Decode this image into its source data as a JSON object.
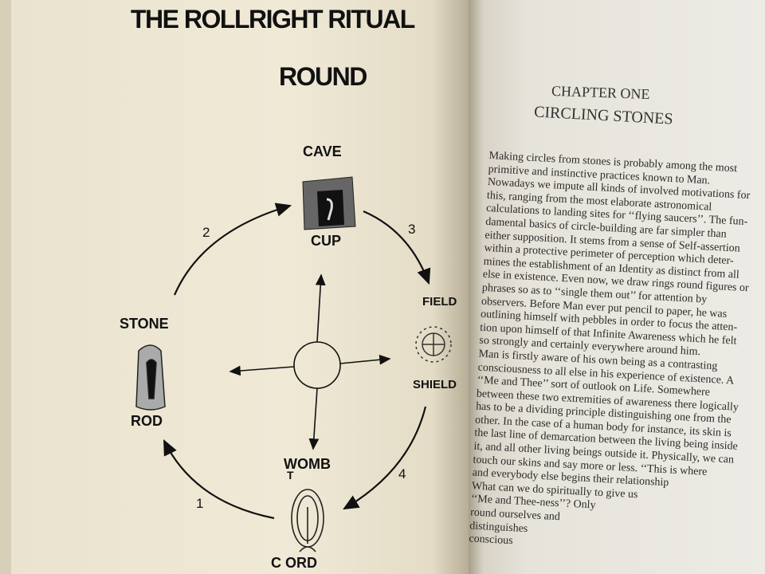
{
  "left_page": {
    "title_line1": "THE  ROLLRIGHT RITUAL",
    "title_line2": "ROUND",
    "labels": {
      "cave": "CAVE",
      "cup": "CUP",
      "field": "FIELD",
      "shield": "SHIELD",
      "stone": "STONE",
      "rod": "ROD",
      "womb": "WOMB",
      "womb_t": "T",
      "cord": "C  ORD"
    },
    "numbers": [
      "1",
      "2",
      "3",
      "4"
    ]
  },
  "right_page": {
    "chapter": "CHAPTER ONE",
    "chapter_title": "CIRCLING STONES",
    "lines": [
      "Making circles from stones is probably among the most",
      "primitive and instinctive practices known to Man.",
      "Nowadays we impute all kinds of involved motivations for",
      "this, ranging from the most elaborate astronomical",
      "calculations to landing sites for ‘‘flying saucers’’. The fun-",
      "damental basics of circle-building are far simpler than",
      "either supposition. It stems from a sense of Self-assertion",
      "within a protective perimeter of perception which deter-",
      "mines the establishment of an Identity as distinct from all",
      "else in existence. Even now, we draw rings round figures or",
      "phrases so as to ‘‘single them out’’ for attention by",
      "observers. Before Man ever put pencil to paper, he was",
      "outlining himself with pebbles in order to focus the atten-",
      "tion upon himself of that Infinite Awareness which he felt",
      "so strongly and certainly everywhere around him.",
      "   Man is firstly aware of his own being as a contrasting",
      "consciousness to all else in his experience of existence. A",
      "‘‘Me and Thee’’ sort of outlook on Life. Somewhere",
      "between these two extremities of awareness there logically",
      "has to be a dividing principle distinguishing one from the",
      "other. In the case of a human body for instance, its skin is",
      "the last line of demarcation between the living being inside",
      "it, and all other living beings outside it. Physically, we can",
      "touch our skins and say more or less. ‘‘This is where",
      "and everybody else begins their relationship",
      "What can we do spiritually to give us",
      "‘‘Me and Thee-ness’’? Only",
      "round ourselves and",
      "distinguishes",
      "conscious"
    ]
  }
}
